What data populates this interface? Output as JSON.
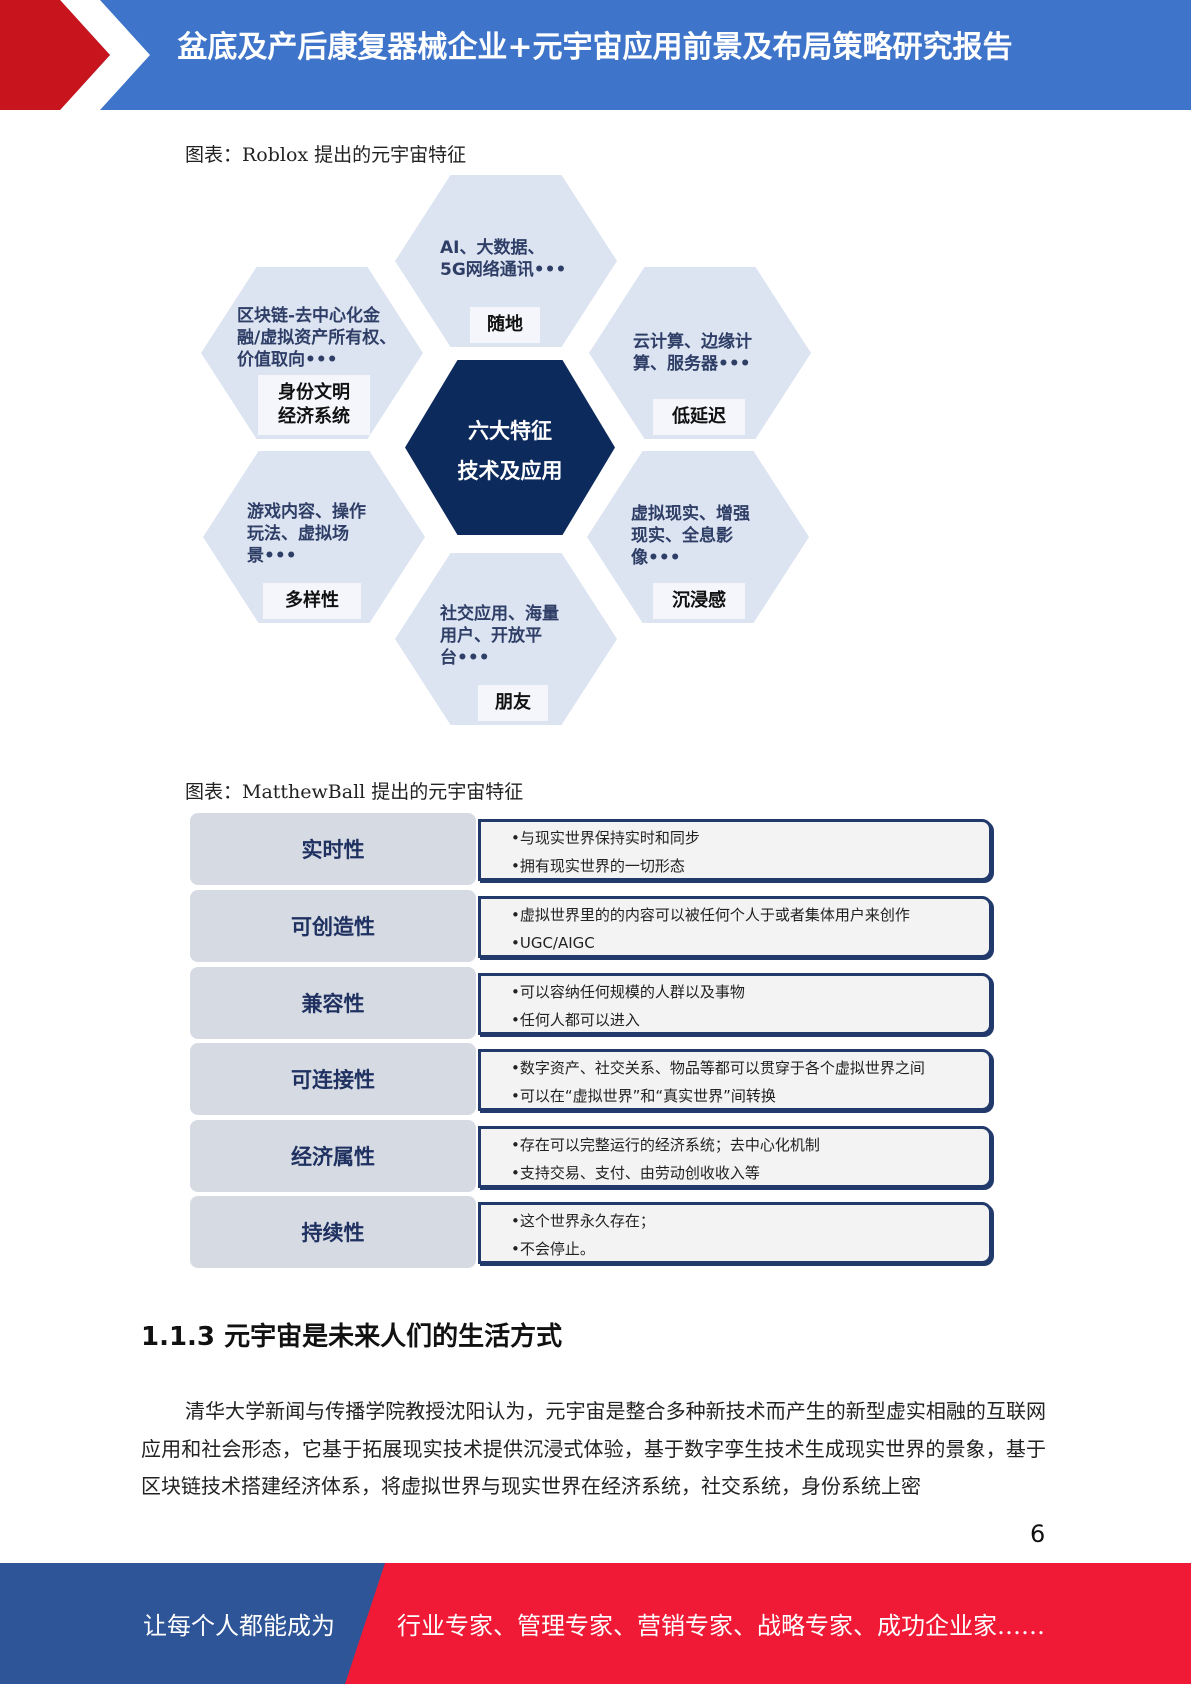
{
  "header": {
    "title": "盆底及产后康复器械企业+元宇宙应用前景及布局策略研究报告"
  },
  "figure1": {
    "caption": "图表：Roblox 提出的元宇宙特征",
    "center": [
      "六大特征",
      "技术及应用"
    ],
    "hexes": [
      {
        "text": [
          "AI、大数据、",
          "5G网络通讯•••"
        ],
        "label": [
          "随地"
        ]
      },
      {
        "text": [
          "区块链-去中心化金",
          "融/虚拟资产所有权、",
          "价值取向•••"
        ],
        "label": [
          "身份文明",
          "经济系统"
        ]
      },
      {
        "text": [
          "云计算、边缘计",
          "算、服务器•••"
        ],
        "label": [
          "低延迟"
        ]
      },
      {
        "text": [
          "游戏内容、操作",
          "玩法、虚拟场",
          "景•••"
        ],
        "label": [
          "多样性"
        ]
      },
      {
        "text": [
          "虚拟现实、增强",
          "现实、全息影",
          "像•••"
        ],
        "label": [
          "沉浸感"
        ]
      },
      {
        "text": [
          "社交应用、海量",
          "用户、开放平",
          "台•••"
        ],
        "label": [
          "朋友"
        ]
      }
    ]
  },
  "figure2": {
    "caption": "图表：MatthewBall 提出的元宇宙特征",
    "rows": [
      {
        "name": "实时性",
        "lines": [
          "•与现实世界保持实时和同步",
          "•拥有现实世界的一切形态"
        ]
      },
      {
        "name": "可创造性",
        "lines": [
          "•虚拟世界里的的内容可以被任何个人于或者集体用户来创作",
          "•UGC/AIGC"
        ]
      },
      {
        "name": "兼容性",
        "lines": [
          "•可以容纳任何规模的人群以及事物",
          "•任何人都可以进入"
        ]
      },
      {
        "name": "可连接性",
        "lines": [
          "•数字资产、社交关系、物品等都可以贯穿于各个虚拟世界之间",
          "•可以在“虚拟世界”和“真实世界”间转换"
        ]
      },
      {
        "name": "经济属性",
        "lines": [
          "•存在可以完整运行的经济系统；去中心化机制",
          "•支持交易、支付、由劳动创收收入等"
        ]
      },
      {
        "name": "持续性",
        "lines": [
          "•这个世界永久存在；",
          "•不会停止。"
        ]
      }
    ]
  },
  "section": {
    "heading": "1.1.3  元宇宙是未来人们的生活方式",
    "body": "清华大学新闻与传播学院教授沈阳认为，元宇宙是整合多种新技术而产生的新型虚实相融的互联网应用和社会形态，它基于拓展现实技术提供沉浸式体验，基于数字孪生技术生成现实世界的景象，基于区块链技术搭建经济体系，将虚拟世界与现实世界在经济系统，社交系统，身份系统上密"
  },
  "page_number": "6",
  "footer": {
    "left": "让每个人都能成为",
    "right": "行业专家、管理专家、营销专家、战略专家、成功企业家……"
  },
  "colors": {
    "header_blue": "#3e74c9",
    "header_red": "#c8141c",
    "hex_fill": "#dce4f2",
    "center_navy": "#0d2a5c",
    "footer_red": "#f01a36",
    "footer_blue": "#2e5597"
  }
}
